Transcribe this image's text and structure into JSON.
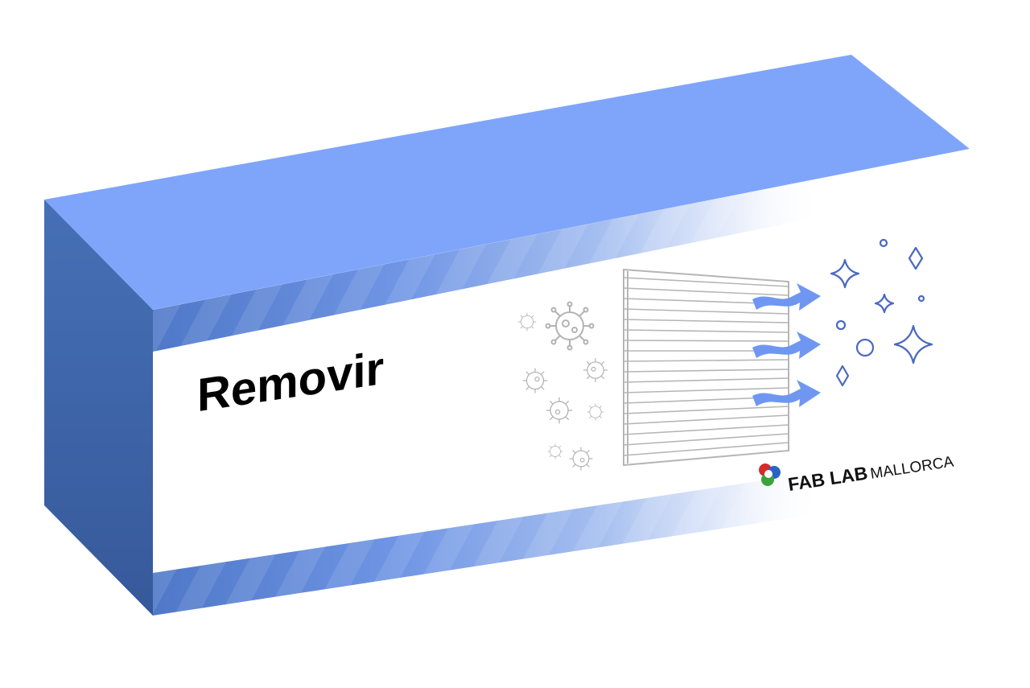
{
  "product": {
    "name": "Removir"
  },
  "brand": {
    "name_bold": "FAB LAB",
    "name_light": "MALLORCA"
  },
  "icons": {
    "virus": "virus-icon",
    "filter": "air-filter-icon",
    "airflow": "airflow-arrow-icon",
    "sparkle": "sparkle-icon",
    "bubble": "bubble-icon",
    "logo": "fablab-logo-icon"
  },
  "colors": {
    "box_top": "#7fa5fb",
    "box_side": "#3b63a7",
    "box_front_band": "#5f86d3",
    "airflow_arrow": "#6f97f2",
    "sparkle_outline": "#4a69c0",
    "virus_gray": "#b3b3b3",
    "product_text": "#000000",
    "brand_text": "#111111"
  }
}
